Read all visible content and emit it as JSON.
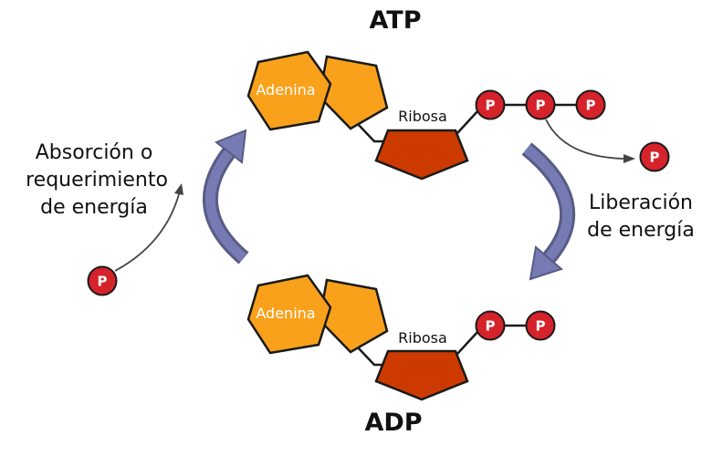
{
  "diagram": {
    "title_top": "ATP",
    "title_bottom": "ADP",
    "left_label": {
      "line1": "Absorción o",
      "line2": "requerimiento",
      "line3": "de energía"
    },
    "right_label": {
      "line1": "Liberación",
      "line2": "de energía"
    },
    "molecule_top": {
      "adenine": "Adenina",
      "ribose": "Ribosa",
      "phosphates": [
        "P",
        "P",
        "P"
      ]
    },
    "molecule_bottom": {
      "adenine": "Adenina",
      "ribose": "Ribosa",
      "phosphates": [
        "P",
        "P"
      ]
    },
    "released_phosphate": "P",
    "incoming_phosphate": "P",
    "colors": {
      "adenine": "#F9A11B",
      "ribose": "#CC3A00",
      "phosphate": "#D6222A",
      "arrow_light": "#777BB3",
      "arrow_dark": "#585B85",
      "outline": "#1A1A1A"
    }
  }
}
